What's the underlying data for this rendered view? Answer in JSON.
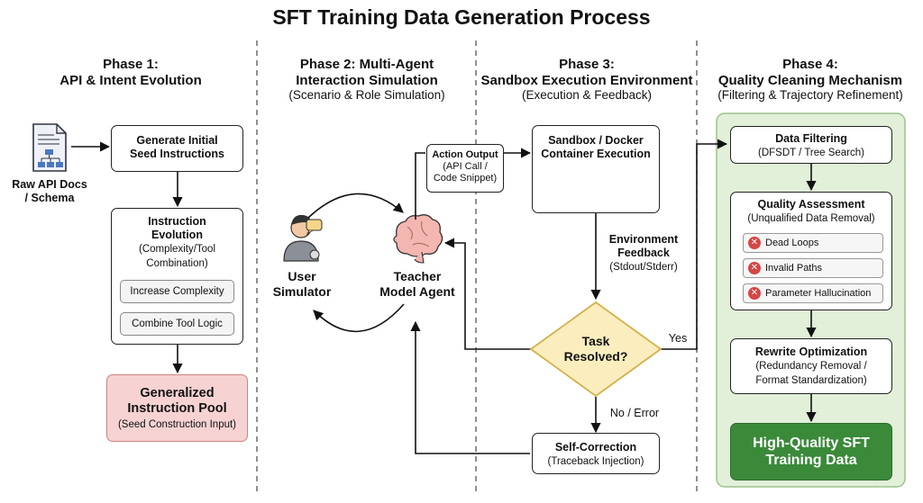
{
  "title": "SFT Training Data Generation Process",
  "phases": [
    {
      "title": "Phase 1:",
      "subtitle": "API & Intent Evolution",
      "note": ""
    },
    {
      "title": "Phase 2: Multi-Agent",
      "subtitle": "Interaction Simulation",
      "note": "(Scenario & Role Simulation)"
    },
    {
      "title": "Phase 3:",
      "subtitle": "Sandbox Execution Environment",
      "note": "(Execution & Feedback)"
    },
    {
      "title": "Phase 4:",
      "subtitle": "Quality Cleaning Mechanism",
      "note": "(Filtering & Trajectory Refinement)"
    }
  ],
  "phase1": {
    "docs_label_1": "Raw API Docs",
    "docs_label_2": "/ Schema",
    "seed_1": "Generate Initial",
    "seed_2": "Seed Instructions",
    "evo_title_1": "Instruction",
    "evo_title_2": "Evolution",
    "evo_sub_1": "(Complexity/Tool",
    "evo_sub_2": "Combination)",
    "evo_items": [
      "Increase Complexity",
      "Combine Tool Logic"
    ],
    "pool_1": "Generalized",
    "pool_2": "Instruction Pool",
    "pool_sub": "(Seed Construction Input)"
  },
  "phase2": {
    "user_1": "User",
    "user_2": "Simulator",
    "teacher_1": "Teacher",
    "teacher_2": "Model Agent",
    "action_title": "Action Output",
    "action_sub_1": "(API Call /",
    "action_sub_2": "Code Snippet)"
  },
  "phase3": {
    "sandbox_1": "Sandbox / Docker",
    "sandbox_2": "Container Execution",
    "feedback_1": "Environment",
    "feedback_2": "Feedback",
    "feedback_sub": "(Stdout/Stderr)",
    "decision_1": "Task",
    "decision_2": "Resolved?",
    "yes": "Yes",
    "no": "No / Error",
    "correction": "Self-Correction",
    "correction_sub": "(Traceback Injection)"
  },
  "phase4": {
    "filter": "Data Filtering",
    "filter_sub": "(DFSDT / Tree Search)",
    "assess": "Quality Assessment",
    "assess_sub": "(Unqualified Data Removal)",
    "issues": [
      "Dead Loops",
      "Invalid Paths",
      "Parameter Hallucination"
    ],
    "rewrite": "Rewrite Optimization",
    "rewrite_sub_1": "(Redundancy Removal /",
    "rewrite_sub_2": "Format Standardization)",
    "final_1": "High-Quality SFT",
    "final_2": "Training Data"
  },
  "colors": {
    "pool_fill": "#f6d2d2",
    "pool_border": "#c98484",
    "phase4_panel": "#e2efd9",
    "phase4_border": "#9cc48a",
    "final_fill": "#3a8a3a",
    "decision_fill": "#fbedbd",
    "decision_border": "#d4b04a",
    "error_icon": "#d64545"
  },
  "icons": [
    "document-icon",
    "user-icon",
    "brain-icon",
    "terminal-icon",
    "error-x-icon",
    "sparkle-icon"
  ]
}
